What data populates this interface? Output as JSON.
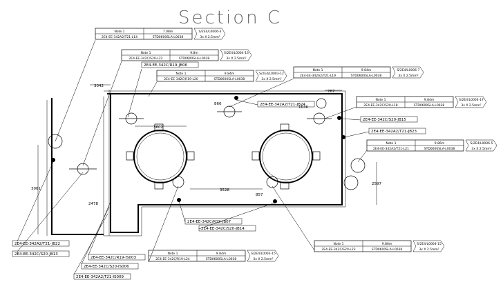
{
  "title": "Section C",
  "cable_tables": [
    {
      "note": "Note 1",
      "length": "7.08m",
      "ref": "S/2E4/L0006-3",
      "cable": "2E4-EE-342A2/T21-L14",
      "type": "STD0600SLA-L0038",
      "size": "3x X 2.5mm²"
    },
    {
      "note": "Note 1",
      "length": "9.8m",
      "ref": "S/2E4/L0004-13",
      "cable": "2E4-EE-342C/S20-L22",
      "type": "STD0600SLA-L0038",
      "size": "3x X 2.5mm²"
    },
    {
      "note": "Note 1",
      "length": "9.84m",
      "ref": "S/2E4/L0003-12",
      "cable": "2E4-EE-342C/R19-L20",
      "type": "STD0600SLA-L0038",
      "size": "3x X 2.5mm²"
    },
    {
      "note": "Note 1",
      "length": "9.84m",
      "ref": "S/2E4/L0006-7",
      "cable": "2E4-EE-342A2/T21-L19",
      "type": "STD0600SLA-L0038",
      "size": "3x X 2.5mm²"
    },
    {
      "note": "Note 1",
      "length": "9.84m",
      "ref": "S/2E4/L0004-17",
      "cable": "2E4-EE-342C/S20-L18",
      "type": "STD0600SLA-L0038",
      "size": "3x X 2.5mm²"
    },
    {
      "note": "Note 1",
      "length": "9.86m",
      "ref": "S/2E4/L0006-5",
      "cable": "2E4-EE-342A2/T21-L21",
      "type": "STD0600SLA-L0038",
      "size": "3x X 2.5mm²"
    },
    {
      "note": "Note 1",
      "length": "9.84m",
      "ref": "S/2E4/L0003-15",
      "cable": "2E4-EE-342C/R19-L24",
      "type": "STD0600SLA-L0038",
      "size": "3x X 2.5mm²"
    },
    {
      "note": "Note 1",
      "length": "9.86m",
      "ref": "S/2E4/L0004-15",
      "cable": "2E4-EE-342C/S20-L23",
      "type": "STD0600SLA-L0038",
      "size": "3x X 2.5mm²"
    }
  ],
  "tags": [
    "2E4-EE-342C/R19-JB06",
    "2E4-EE-342A2/T21-JB24",
    "2E4-EE-342C/S20-JB15",
    "2E4-EE-342A2/T21-JB23",
    "2E4-EE-342C/R19-JB07",
    "2E4-EE-342C/S20-JB14",
    "2E4-EE-342A2/T21-JB22",
    "2E4-EE-342C/S20-JB13",
    "2E4-EE-342C/R19-IS003",
    "2E4-EE-342C/S20-IS006",
    "2E4-EE-342A2/T21-IS009"
  ],
  "dimensions": [
    "3042",
    "866",
    "767",
    "1036",
    "3602",
    "3528",
    "857",
    "2597",
    "3061",
    "2478"
  ]
}
